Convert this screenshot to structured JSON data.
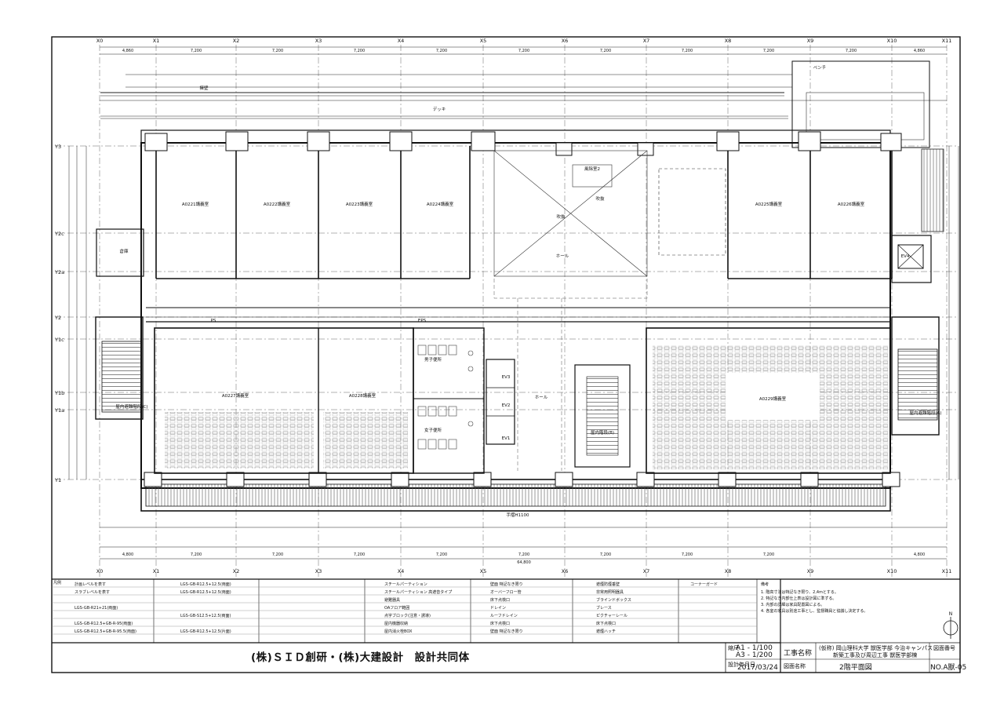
{
  "drawing": {
    "grid_x": [
      "X0",
      "X1",
      "X2",
      "X3",
      "X4",
      "X5",
      "X6",
      "X7",
      "X8",
      "X9",
      "X10",
      "X11"
    ],
    "grid_y": [
      "Y3",
      "Y2c",
      "Y2a",
      "Y2",
      "Y1c",
      "Y1b",
      "Y1a",
      "Y1"
    ],
    "top_dims": [
      "4,860",
      "7,200",
      "7,200",
      "7,200",
      "7,200",
      "7,200",
      "7,200",
      "7,200",
      "7,200",
      "7,200",
      "4,860"
    ],
    "bottom_dims": [
      "4,800",
      "7,200",
      "7,200",
      "7,200",
      "7,200",
      "7,200",
      "7,200",
      "7,200",
      "7,200",
      "4,800"
    ],
    "overall_width": "64,800",
    "labels": {
      "deck": "デッキ",
      "wall_top": "擁壁",
      "lecture_a": "A0221講義室",
      "lecture_b": "A0222講義室",
      "lecture_c": "A0223講義室",
      "lecture_d": "A0224講義室",
      "lecture_e": "A0225講義室",
      "lecture_f": "A0226講義室",
      "big_lecture_1": "A0227講義室",
      "big_lecture_2": "A0228講義室",
      "big_lecture_3": "A0229講義室",
      "hall": "ホール",
      "hall2": "ホール",
      "fukinuke": "吹抜",
      "fukinuke2": "吹抜",
      "mens_wc": "男子便所",
      "womens_wc": "女子便所",
      "stair_center": "屋内階段(B)",
      "stair_left": "屋内避難階段(C)",
      "stair_right": "屋内避難階段(A)",
      "ev1": "EV1",
      "ev2": "EV2",
      "ev3": "EV3",
      "ev4": "EV4",
      "storage": "倉庫",
      "windbreak": "風除室2",
      "bench": "ベンチ",
      "ps": "PS",
      "eps": "EPS",
      "handrail": "手摺H1100"
    }
  },
  "legend": {
    "title": "凡例",
    "notes_title": "備考",
    "col1": [
      "計画レベルを表す",
      "スラブレベルを表す",
      "LGS-GB-R21+21(両面)",
      "LGS-GB-R12.5+GB-R-95(両面)",
      "LGS-GB-R12.5+GB-R-95.5(両面)"
    ],
    "col2": [
      "LGS-GB-R12.5+12.5(両面)",
      "LGS-GB-R12.5+12.5(両面)",
      "LGS-GB-S12.5+12.5(両面)",
      "LGS-GB-R12.5+12.5(片面)"
    ],
    "col3": [
      "スチールパーティション",
      "スチールパーティション 高遮音タイプ",
      "避難器具",
      "OAフロア範囲",
      "点字ブロック(注意・誘導)",
      "屋内機器収納",
      "屋内消火栓BOX"
    ],
    "col4": [
      "壁面 特記なき限り",
      "オーバーフロー管",
      "床下点検口",
      "ドレイン",
      "ルーフドレイン",
      "床下点検口",
      "壁面 特記なき限り"
    ],
    "col5": [
      "遮煙防煙垂壁",
      "非常用照明器具",
      "ブラインドボックス",
      "ブレース",
      "ピクチャーレール",
      "床下点検口",
      "遮煙ハッチ"
    ],
    "col6": [
      "コーナーガード"
    ],
    "notes": [
      "1. 階高寸法は特記なき限り、2,4mとする。",
      "2. 特記なき内部仕上表は設計図に準ずる。",
      "3. 内部の詳細は家具配置図による。",
      "4. 各室の家具は別途工事とし、監督職員と協議し決定する。"
    ]
  },
  "title_block": {
    "firm": "(株)ＳＩＤ創研・(株)大建設計　設計共同体",
    "scale_label": "縮尺",
    "scale_a1": "A1 - 1/100",
    "scale_a3": "A3 - 1/200",
    "date_label": "設計年月日",
    "date": "2017/03/24",
    "project_label": "工事名称",
    "project_line1": "(仮称) 岡山理科大学 獣医学部 今治キャンパス",
    "project_line2": "新築工事及び周辺工事 獣医学部棟",
    "drawing_name_label": "図面名称",
    "drawing_name": "2階平面図",
    "drawing_number_label": "図面番号",
    "drawing_number": "NO.A獣-05"
  }
}
